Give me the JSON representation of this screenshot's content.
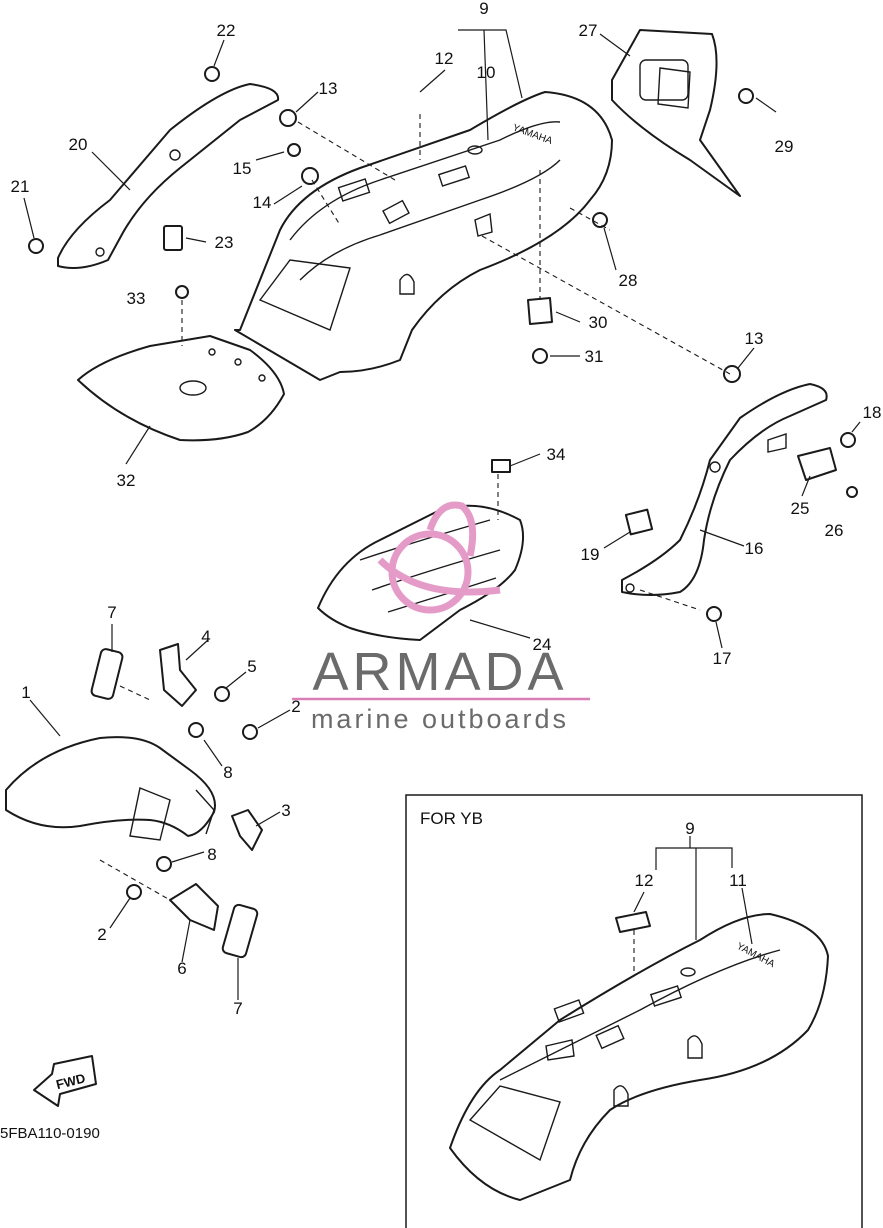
{
  "parts": [
    {
      "id": "n9",
      "label": "9"
    },
    {
      "id": "n12",
      "label": "12"
    },
    {
      "id": "n10",
      "label": "10"
    },
    {
      "id": "n27",
      "label": "27"
    },
    {
      "id": "n22",
      "label": "22"
    },
    {
      "id": "n13a",
      "label": "13"
    },
    {
      "id": "n20",
      "label": "20"
    },
    {
      "id": "n15",
      "label": "15"
    },
    {
      "id": "n14",
      "label": "14"
    },
    {
      "id": "n21",
      "label": "21"
    },
    {
      "id": "n23",
      "label": "23"
    },
    {
      "id": "n29",
      "label": "29"
    },
    {
      "id": "n28",
      "label": "28"
    },
    {
      "id": "n33",
      "label": "33"
    },
    {
      "id": "n30",
      "label": "30"
    },
    {
      "id": "n31",
      "label": "31"
    },
    {
      "id": "n13b",
      "label": "13"
    },
    {
      "id": "n18",
      "label": "18"
    },
    {
      "id": "n32",
      "label": "32"
    },
    {
      "id": "n34",
      "label": "34"
    },
    {
      "id": "n25",
      "label": "25"
    },
    {
      "id": "n26",
      "label": "26"
    },
    {
      "id": "n16",
      "label": "16"
    },
    {
      "id": "n19",
      "label": "19"
    },
    {
      "id": "n7a",
      "label": "7"
    },
    {
      "id": "n4",
      "label": "4"
    },
    {
      "id": "n24",
      "label": "24"
    },
    {
      "id": "n17",
      "label": "17"
    },
    {
      "id": "n5",
      "label": "5"
    },
    {
      "id": "n1",
      "label": "1"
    },
    {
      "id": "n2a",
      "label": "2"
    },
    {
      "id": "n8a",
      "label": "8"
    },
    {
      "id": "n3",
      "label": "3"
    },
    {
      "id": "n8b",
      "label": "8"
    },
    {
      "id": "n2b",
      "label": "2"
    },
    {
      "id": "n6",
      "label": "6"
    },
    {
      "id": "n7b",
      "label": "7"
    }
  ],
  "inset": {
    "title": "FOR YB",
    "parts": [
      {
        "id": "i9",
        "label": "9"
      },
      {
        "id": "i12",
        "label": "12"
      },
      {
        "id": "i11",
        "label": "11"
      }
    ],
    "brand_text": "YAMAHA"
  },
  "fender_brand_text": "YAMAHA",
  "fwd_label": "FWD",
  "diagram_code": "5FBA110-0190",
  "watermark": {
    "brand": "ARMADA",
    "tagline": "marine outboards",
    "logo_color": "#e59bc8",
    "line_color": "#d97fb8",
    "text_color": "#6b6b6b"
  }
}
